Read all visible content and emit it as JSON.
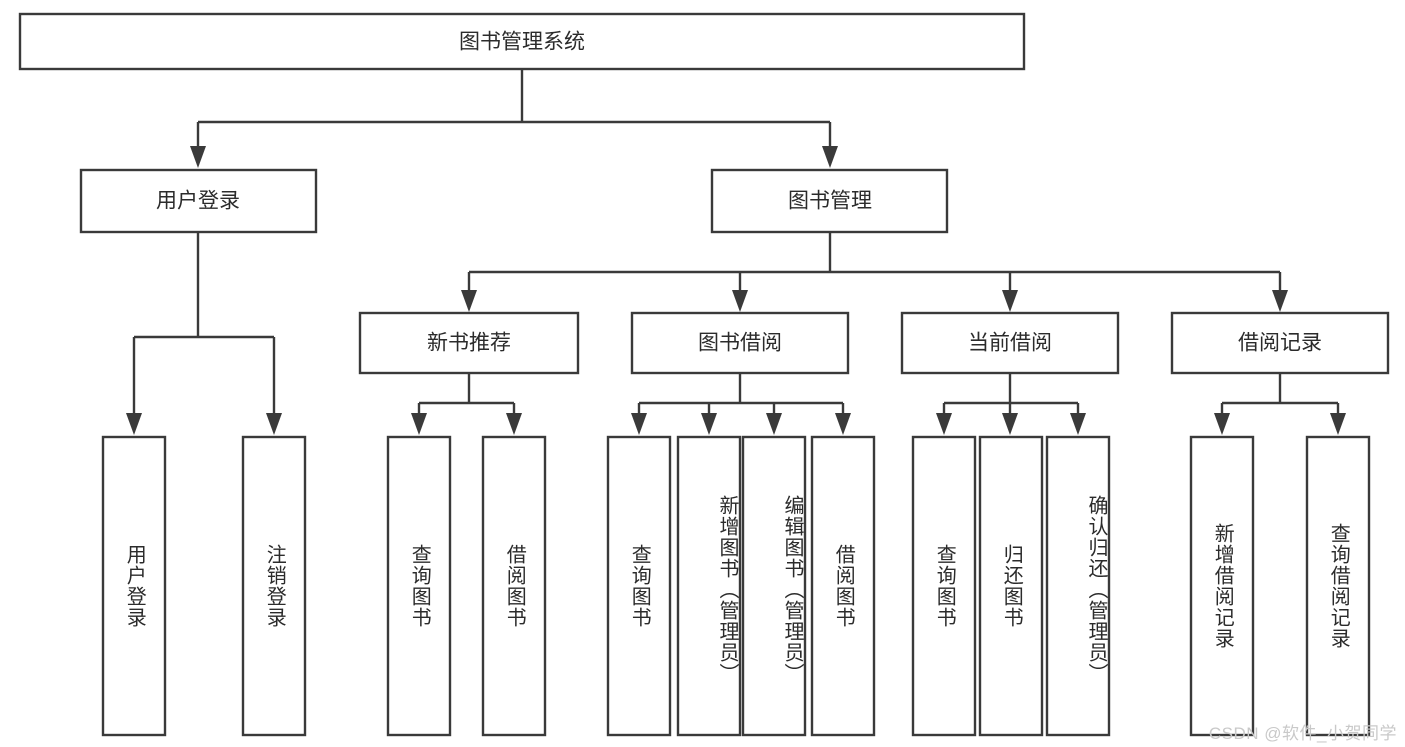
{
  "diagram": {
    "title_node": {
      "label": "图书管理系统"
    },
    "level2": [
      {
        "id": "user-login",
        "label": "用户登录"
      },
      {
        "id": "book-management",
        "label": "图书管理"
      }
    ],
    "level3": [
      {
        "id": "new-book-recommend",
        "label": "新书推荐"
      },
      {
        "id": "book-borrow",
        "label": "图书借阅"
      },
      {
        "id": "current-borrow",
        "label": "当前借阅"
      },
      {
        "id": "borrow-record",
        "label": "借阅记录"
      }
    ],
    "leaves": [
      {
        "id": "leaf-user-login",
        "label": "用户登录",
        "parent": "user-login"
      },
      {
        "id": "leaf-logout-login",
        "label": "注销登录",
        "parent": "user-login"
      },
      {
        "id": "leaf-query-book-1",
        "label": "查询图书",
        "parent": "new-book-recommend"
      },
      {
        "id": "leaf-borrow-book-1",
        "label": "借阅图书",
        "parent": "new-book-recommend"
      },
      {
        "id": "leaf-query-book-2",
        "label": "查询图书",
        "parent": "book-borrow"
      },
      {
        "id": "leaf-add-book",
        "label": "新增图书（管理员）",
        "parent": "book-borrow"
      },
      {
        "id": "leaf-edit-book",
        "label": "编辑图书（管理员）",
        "parent": "book-borrow"
      },
      {
        "id": "leaf-borrow-book-2",
        "label": "借阅图书",
        "parent": "book-borrow"
      },
      {
        "id": "leaf-query-book-3",
        "label": "查询图书",
        "parent": "current-borrow"
      },
      {
        "id": "leaf-return-book",
        "label": "归还图书",
        "parent": "current-borrow"
      },
      {
        "id": "leaf-confirm-return",
        "label": "确认归还（管理员）",
        "parent": "current-borrow"
      },
      {
        "id": "leaf-add-record",
        "label": "新增借阅记录",
        "parent": "borrow-record"
      },
      {
        "id": "leaf-query-record",
        "label": "查询借阅记录",
        "parent": "borrow-record"
      }
    ],
    "watermark": "CSDN @软件_小贺同学",
    "colors": {
      "stroke": "#3a3a3a",
      "text": "#2b2b2b",
      "background": "#ffffff",
      "watermark": "#c9c9c9"
    }
  }
}
